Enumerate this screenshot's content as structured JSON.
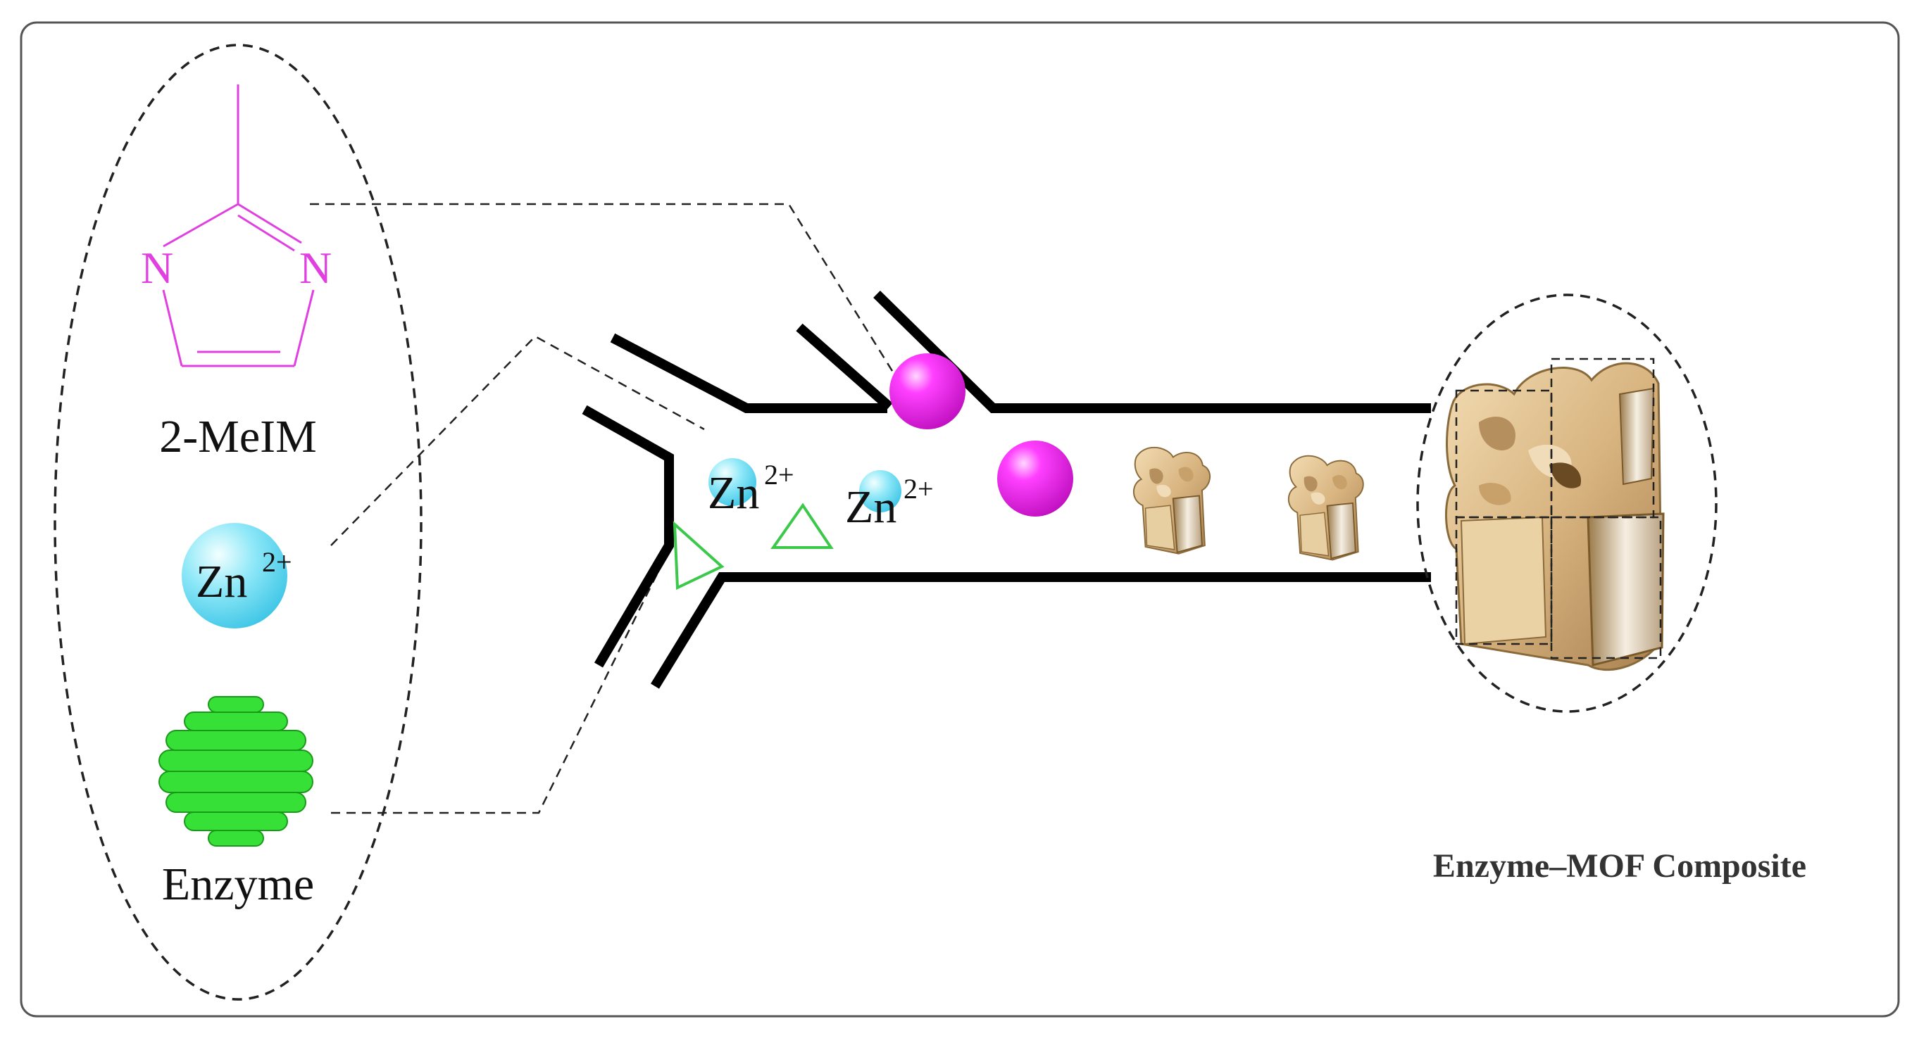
{
  "legend": {
    "ligand_label": "2-MeIM",
    "ligand_atom": "N",
    "zinc_label": "Zn",
    "zinc_charge": "2+",
    "enzyme_label": "Enzyme"
  },
  "channel": {
    "zinc_label": "Zn",
    "zinc_charge": "2+"
  },
  "product": {
    "caption": "Enzyme–MOF Composite"
  },
  "colors": {
    "frame_stroke": "#555555",
    "ligand": "#e040e0",
    "zinc": "#5ed8f0",
    "enzyme": "#36e036",
    "enzyme_outline": "#1a9a1a",
    "ligand_sphere": "#e020d8",
    "mof_fill": "#d9b98a",
    "mof_shadow": "#8a6a3a",
    "triangle": "#3cc84a",
    "channel": "#000000"
  },
  "icons": {
    "ligand": "imidazole-structure-icon",
    "zinc": "zinc-ion-sphere-icon",
    "enzyme": "enzyme-protein-icon",
    "ligand_sphere": "ligand-sphere-icon",
    "triangle": "enzyme-triangle-icon",
    "mof_crystal": "mof-crystal-icon"
  }
}
